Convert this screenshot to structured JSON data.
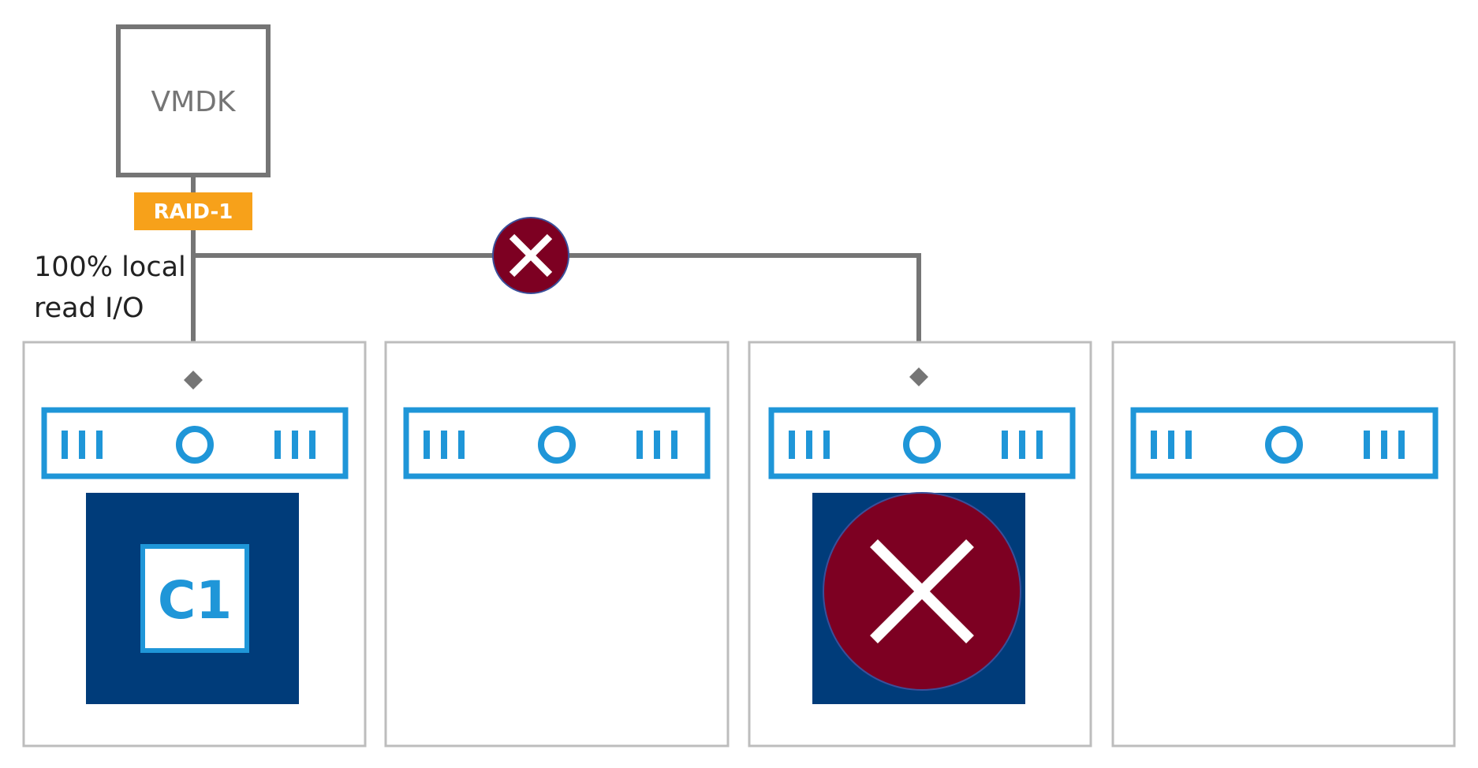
{
  "diagram": {
    "vmdk_label": "VMDK",
    "policy_label": "RAID-1",
    "read_note_line1": "100% local",
    "read_note_line2": "read I/O",
    "component_label": "C1",
    "hosts": [
      {
        "id": "host-1",
        "has_component": true,
        "failed": false
      },
      {
        "id": "host-2",
        "has_component": false,
        "failed": false
      },
      {
        "id": "host-3",
        "has_component": true,
        "failed": true
      },
      {
        "id": "host-4",
        "has_component": false,
        "failed": false
      }
    ],
    "link_status": "failed",
    "icons": {
      "server": "server-rack-icon",
      "failure": "x-circle-icon"
    },
    "colors": {
      "line": "#757575",
      "host_border": "#bdbdbd",
      "server_blue": "#1f96d8",
      "component_bg": "#003c7a",
      "policy_orange": "#f7a11a",
      "failure_red": "#7d0022"
    }
  }
}
